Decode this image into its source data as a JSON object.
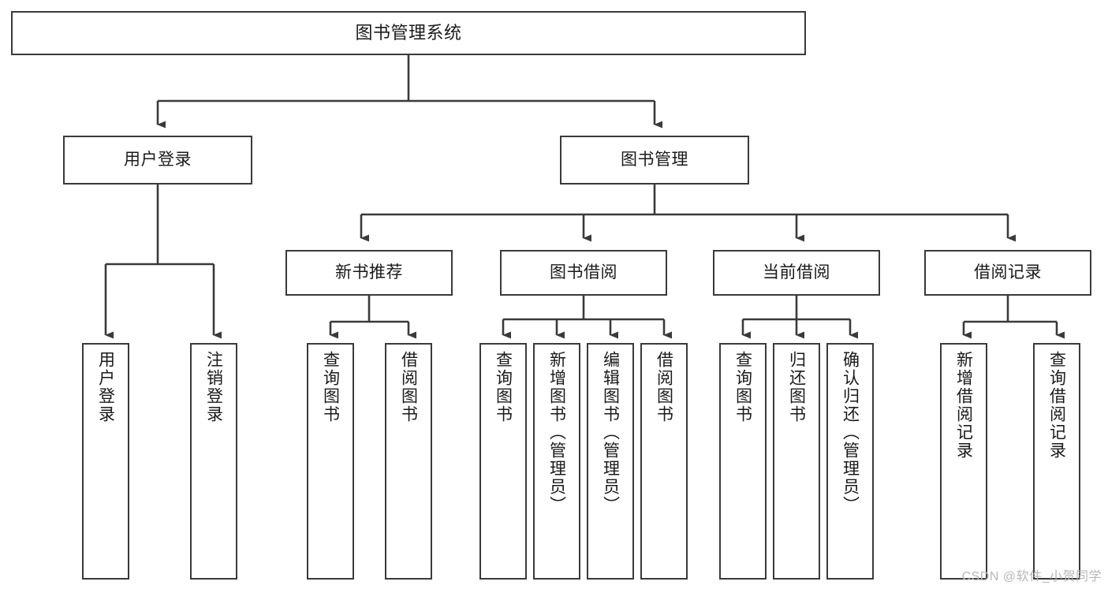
{
  "diagram": {
    "type": "tree-hierarchy",
    "title": "图书管理系统",
    "watermark": "CSDN @软件_小贺同学",
    "colors": {
      "background": "#ffffff",
      "stroke": "#3a3a3a",
      "text": "#1a1a1a",
      "watermark": "#b8b8b8"
    },
    "nodes": {
      "root": {
        "label": "图书管理系统"
      },
      "level1": [
        {
          "label": "用户登录"
        },
        {
          "label": "图书管理"
        }
      ],
      "level2": [
        {
          "label": "新书推荐"
        },
        {
          "label": "图书借阅"
        },
        {
          "label": "当前借阅"
        },
        {
          "label": "借阅记录"
        }
      ],
      "leaves_user_login": [
        {
          "label": "用户登录"
        },
        {
          "label": "注销登录"
        }
      ],
      "leaves_new_book": [
        {
          "label": "查询图书"
        },
        {
          "label": "借阅图书"
        }
      ],
      "leaves_borrow": [
        {
          "label": "查询图书"
        },
        {
          "label": "新增图书（管理员）"
        },
        {
          "label": "编辑图书（管理员）"
        },
        {
          "label": "借阅图书"
        }
      ],
      "leaves_current": [
        {
          "label": "查询图书"
        },
        {
          "label": "归还图书"
        },
        {
          "label": "确认归还（管理员）"
        }
      ],
      "leaves_records": [
        {
          "label": "新增借阅记录"
        },
        {
          "label": "查询借阅记录"
        }
      ]
    }
  }
}
